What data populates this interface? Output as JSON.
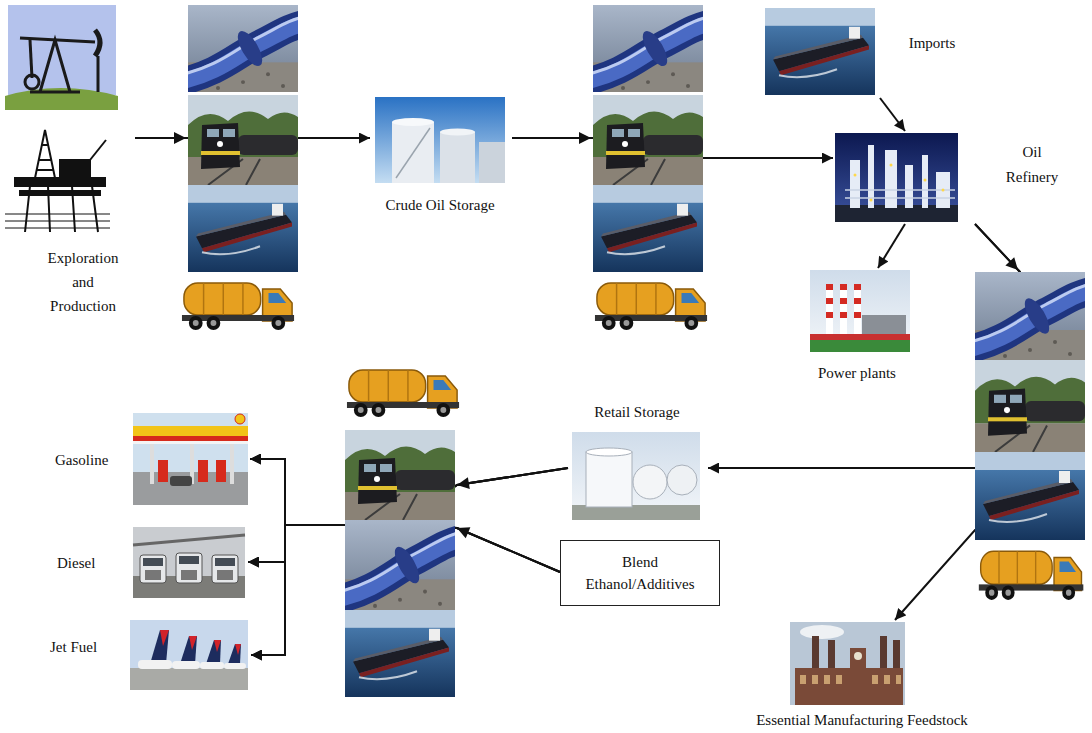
{
  "diagram": {
    "nodes": [
      {
        "text": [
          "Exploration and Production"
        ]
      },
      {
        "text": [
          "Crude Oil Storage"
        ]
      },
      {
        "text": [
          "Imports"
        ]
      },
      {
        "text": [
          "Oil Refinery"
        ]
      },
      {
        "text": [
          "Power plants"
        ]
      },
      {
        "text": [
          "Retail Storage"
        ]
      },
      {
        "text": [
          "Blend Ethanol/Additives"
        ]
      },
      {
        "text": [
          "Gasoline"
        ]
      },
      {
        "text": [
          "Diesel"
        ]
      },
      {
        "text": [
          "Jet Fuel"
        ]
      },
      {
        "text": [
          "Essential Manufacturing Feedstock"
        ]
      }
    ],
    "edges": [
      {
        "from": 0,
        "to": 1,
        "arrow": "to"
      },
      {
        "from": 1,
        "to": 3,
        "arrow": "to"
      },
      {
        "from": 2,
        "to": 3,
        "arrow": "to"
      },
      {
        "from": 3,
        "to": 4,
        "arrow": "to"
      },
      {
        "from": 3,
        "to": 5,
        "arrow": "to"
      },
      {
        "from": 3,
        "to": 10,
        "arrow": "to"
      },
      {
        "from": 5,
        "to": 7,
        "arrow": "to"
      },
      {
        "from": 5,
        "to": 8,
        "arrow": "to"
      },
      {
        "from": 5,
        "to": 9,
        "arrow": "to"
      },
      {
        "from": 6,
        "to": 7,
        "arrow": "to"
      },
      {
        "from": 6,
        "to": 8,
        "arrow": "to"
      },
      {
        "from": 6,
        "to": 9,
        "arrow": "to"
      }
    ]
  }
}
